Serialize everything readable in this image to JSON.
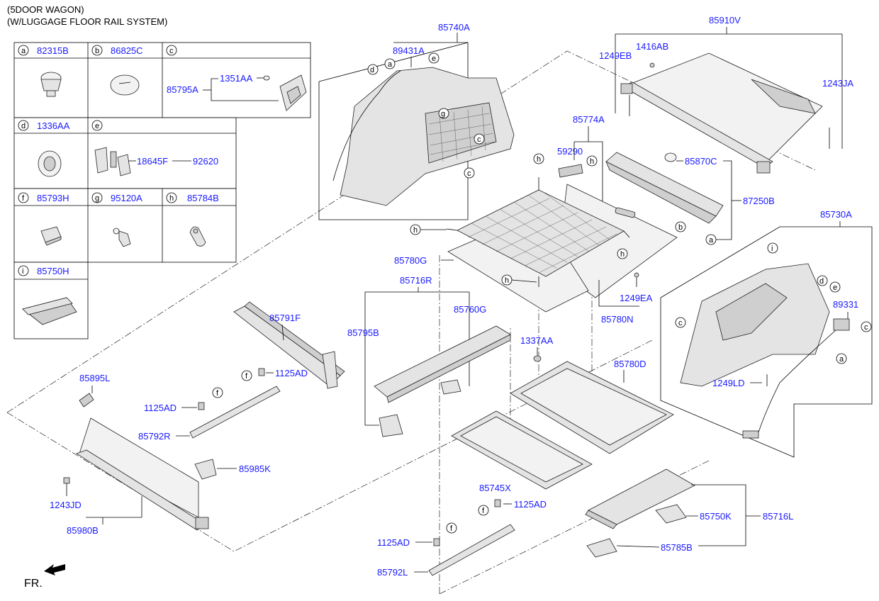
{
  "header": {
    "line1": "(5DOOR WAGON)",
    "line2": "(W/LUGGAGE FLOOR RAIL SYSTEM)"
  },
  "legend": {
    "cells": [
      {
        "letter": "a",
        "part": "82315B"
      },
      {
        "letter": "b",
        "part": "86825C"
      },
      {
        "letter": "c",
        "part": ""
      },
      {
        "letter": "d",
        "part": "1336AA"
      },
      {
        "letter": "e",
        "part": ""
      },
      {
        "letter": "f",
        "part": "85793H"
      },
      {
        "letter": "g",
        "part": "95120A"
      },
      {
        "letter": "h",
        "part": "85784B"
      },
      {
        "letter": "i",
        "part": "85750H"
      }
    ],
    "c_sub": [
      "1351AA",
      "85795A"
    ],
    "e_sub": [
      "18645F",
      "92620"
    ]
  },
  "labels": {
    "p85740A": "85740A",
    "p89431A": "89431A",
    "p85910V": "85910V",
    "p1249EB": "1249EB",
    "p1416AB": "1416AB",
    "p1243JA": "1243JA",
    "p85774A": "85774A",
    "p59290": "59290",
    "p85870C": "85870C",
    "p87250B": "87250B",
    "p85730A": "85730A",
    "p85780G": "85780G",
    "p85716R": "85716R",
    "p85760G": "85760G",
    "p85795B": "85795B",
    "p85791F": "85791F",
    "p1249EA": "1249EA",
    "p85780N": "85780N",
    "p89331": "89331",
    "p1337AA": "1337AA",
    "p85780D": "85780D",
    "p1249LD": "1249LD",
    "p85895L": "85895L",
    "p1125AD_a": "1125AD",
    "p1125AD_b": "1125AD",
    "p85792R": "85792R",
    "p85985K": "85985K",
    "p1243JD": "1243JD",
    "p85980B": "85980B",
    "p85745X": "85745X",
    "p1125AD_c": "1125AD",
    "p1125AD_d": "1125AD",
    "p85792L": "85792L",
    "p85750K": "85750K",
    "p85716L": "85716L",
    "p85785B": "85785B"
  },
  "callouts": [
    "a",
    "b",
    "c",
    "d",
    "e",
    "f",
    "g",
    "h",
    "i"
  ],
  "front_label": "FR."
}
